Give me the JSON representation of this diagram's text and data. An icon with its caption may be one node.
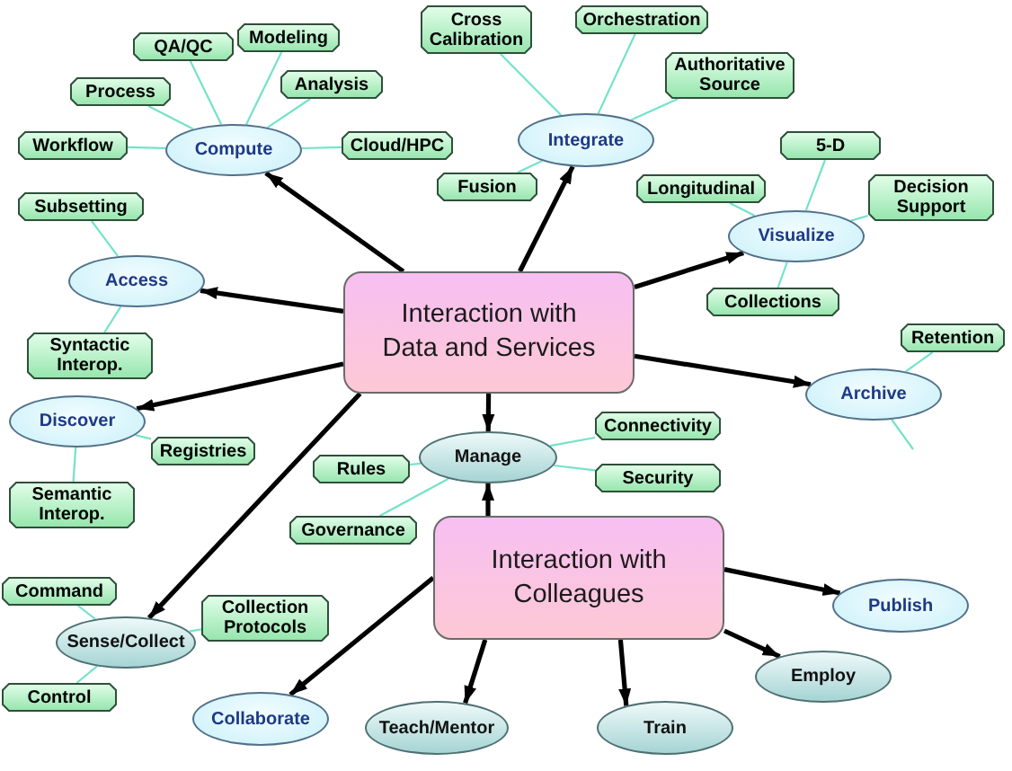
{
  "diagram": {
    "nodes": [
      {
        "text": [
          "QA/QC"
        ]
      },
      {
        "text": [
          "Modeling"
        ]
      },
      {
        "text": [
          "Cross Calibration"
        ]
      },
      {
        "text": [
          "Orchestration"
        ]
      },
      {
        "text": [
          "Process"
        ]
      },
      {
        "text": [
          "Analysis"
        ]
      },
      {
        "text": [
          "Authoritative Source"
        ]
      },
      {
        "text": [
          "Workflow"
        ]
      },
      {
        "text": [
          "Compute"
        ]
      },
      {
        "text": [
          "Cloud/HPC"
        ]
      },
      {
        "text": [
          "Integrate"
        ]
      },
      {
        "text": [
          "5-D"
        ]
      },
      {
        "text": [
          "Fusion"
        ]
      },
      {
        "text": [
          "Longitudinal"
        ]
      },
      {
        "text": [
          "Decision Support"
        ]
      },
      {
        "text": [
          "Subsetting"
        ]
      },
      {
        "text": [
          "Visualize"
        ]
      },
      {
        "text": [
          "Access"
        ]
      },
      {
        "text": [
          "Interaction with Data and Services"
        ]
      },
      {
        "text": [
          "Collections"
        ]
      },
      {
        "text": [
          "Retention"
        ]
      },
      {
        "text": [
          "Syntactic Interop."
        ]
      },
      {
        "text": [
          "Archive"
        ]
      },
      {
        "text": [
          "Discover"
        ]
      },
      {
        "text": [
          "Connectivity"
        ]
      },
      {
        "text": [
          "Manage"
        ]
      },
      {
        "text": [
          "Registries"
        ]
      },
      {
        "text": [
          "Rules"
        ]
      },
      {
        "text": [
          "Security"
        ]
      },
      {
        "text": [
          "Semantic Interop."
        ]
      },
      {
        "text": [
          "Governance"
        ]
      },
      {
        "text": [
          "Interaction with Colleagues"
        ]
      },
      {
        "text": [
          "Command"
        ]
      },
      {
        "text": [
          "Collection Protocols"
        ]
      },
      {
        "text": [
          "Publish"
        ]
      },
      {
        "text": [
          "Sense/Collect"
        ]
      },
      {
        "text": [
          "Employ"
        ]
      },
      {
        "text": [
          "Control"
        ]
      },
      {
        "text": [
          "Collaborate"
        ]
      },
      {
        "text": [
          "Teach/Mentor"
        ]
      },
      {
        "text": [
          "Train"
        ]
      }
    ],
    "edges": [
      {
        "from": 18,
        "to": 8,
        "arrow": "to",
        "style": "thick",
        "color": "#000000"
      },
      {
        "from": 18,
        "to": 10,
        "arrow": "to",
        "style": "thick",
        "color": "#000000"
      },
      {
        "from": 18,
        "to": 16,
        "arrow": "to",
        "style": "thick",
        "color": "#000000"
      },
      {
        "from": 18,
        "to": 17,
        "arrow": "to",
        "style": "thick",
        "color": "#000000"
      },
      {
        "from": 18,
        "to": 22,
        "arrow": "to",
        "style": "thick",
        "color": "#000000"
      },
      {
        "from": 18,
        "to": 23,
        "arrow": "to",
        "style": "thick",
        "color": "#000000"
      },
      {
        "from": 18,
        "to": 25,
        "arrow": "to",
        "style": "thick",
        "color": "#000000"
      },
      {
        "from": 18,
        "to": 35,
        "arrow": "to",
        "style": "thick",
        "color": "#000000"
      },
      {
        "from": 31,
        "to": 25,
        "arrow": "to",
        "style": "thick",
        "color": "#000000"
      },
      {
        "from": 31,
        "to": 34,
        "arrow": "to",
        "style": "thick",
        "color": "#000000"
      },
      {
        "from": 31,
        "to": 36,
        "arrow": "to",
        "style": "thick",
        "color": "#000000"
      },
      {
        "from": 31,
        "to": 38,
        "arrow": "to",
        "style": "thick",
        "color": "#000000"
      },
      {
        "from": 31,
        "to": 39,
        "arrow": "to",
        "style": "thick",
        "color": "#000000"
      },
      {
        "from": 31,
        "to": 40,
        "arrow": "to",
        "style": "thick",
        "color": "#000000"
      },
      {
        "from": 8,
        "to": 7,
        "arrow": "none"
      },
      {
        "from": 8,
        "to": 4,
        "arrow": "none"
      },
      {
        "from": 8,
        "to": 0,
        "arrow": "none"
      },
      {
        "from": 8,
        "to": 1,
        "arrow": "none"
      },
      {
        "from": 8,
        "to": 5,
        "arrow": "none"
      },
      {
        "from": 8,
        "to": 9,
        "arrow": "none"
      },
      {
        "from": 10,
        "to": 2,
        "arrow": "none"
      },
      {
        "from": 10,
        "to": 3,
        "arrow": "none"
      },
      {
        "from": 10,
        "to": 6,
        "arrow": "none"
      },
      {
        "from": 10,
        "to": 12,
        "arrow": "none"
      },
      {
        "from": 16,
        "to": 13,
        "arrow": "none"
      },
      {
        "from": 16,
        "to": 11,
        "arrow": "none"
      },
      {
        "from": 16,
        "to": 14,
        "arrow": "none"
      },
      {
        "from": 16,
        "to": 19,
        "arrow": "none"
      },
      {
        "from": 17,
        "to": 15,
        "arrow": "none"
      },
      {
        "from": 17,
        "to": 21,
        "arrow": "none"
      },
      {
        "from": 23,
        "to": 26,
        "arrow": "none"
      },
      {
        "from": 23,
        "to": 29,
        "arrow": "none"
      },
      {
        "from": 22,
        "to": 20,
        "arrow": "none"
      },
      {
        "from": 22,
        "to": null,
        "arrow": "none"
      },
      {
        "from": 25,
        "to": 27,
        "arrow": "none"
      },
      {
        "from": 25,
        "to": 30,
        "arrow": "none"
      },
      {
        "from": 25,
        "to": 24,
        "arrow": "none"
      },
      {
        "from": 25,
        "to": 28,
        "arrow": "none"
      },
      {
        "from": 35,
        "to": 32,
        "arrow": "none"
      },
      {
        "from": 35,
        "to": 37,
        "arrow": "none"
      },
      {
        "from": 35,
        "to": 33,
        "arrow": "none"
      }
    ]
  }
}
